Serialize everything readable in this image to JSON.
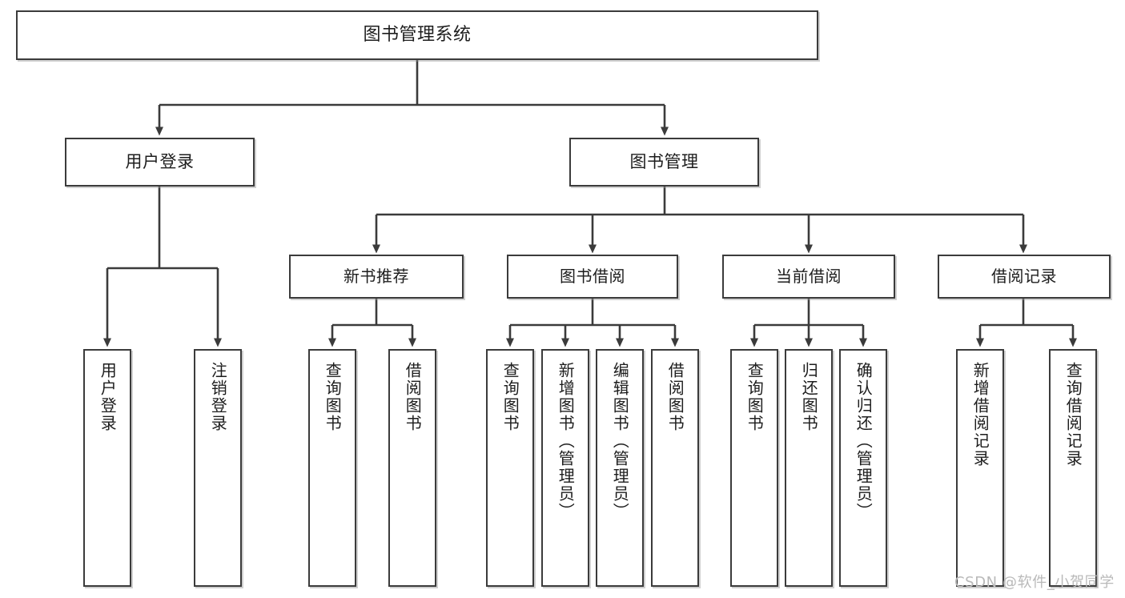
{
  "diagram": {
    "title": "图书管理系统",
    "watermark": "CSDN @软件_小贺同学",
    "colors": {
      "box_border": "#3b3b3b",
      "line": "#3b3b3b",
      "text": "#1d1d1d",
      "background": "#ffffff",
      "watermark": "#b9b9b9"
    },
    "root": {
      "label": "图书管理系统"
    },
    "level2": [
      {
        "label": "用户登录"
      },
      {
        "label": "图书管理"
      }
    ],
    "level3": [
      {
        "label": "新书推荐"
      },
      {
        "label": "图书借阅"
      },
      {
        "label": "当前借阅"
      },
      {
        "label": "借阅记录"
      }
    ],
    "leaves": {
      "user_login": [
        {
          "label": "用户登录"
        },
        {
          "label": "注销登录"
        }
      ],
      "new_book_recommend": [
        {
          "label": "查询图书"
        },
        {
          "label": "借阅图书"
        }
      ],
      "book_borrow": [
        {
          "label": "查询图书"
        },
        {
          "label": "新增图书（管理员）"
        },
        {
          "label": "编辑图书（管理员）"
        },
        {
          "label": "借阅图书"
        }
      ],
      "current_borrow": [
        {
          "label": "查询图书"
        },
        {
          "label": "归还图书"
        },
        {
          "label": "确认归还（管理员）"
        }
      ],
      "borrow_records": [
        {
          "label": "新增借阅记录"
        },
        {
          "label": "查询借阅记录"
        }
      ]
    }
  }
}
